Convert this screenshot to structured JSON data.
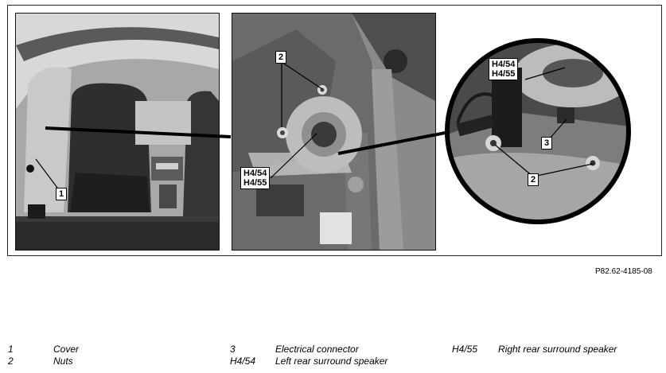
{
  "labels": {
    "cover": "1",
    "nuts": "2",
    "connector": "3",
    "speaker_left": "H4/54",
    "speaker_right": "H4/55"
  },
  "figure_ref": "P82.62-4185-08",
  "legend": [
    {
      "key": "1",
      "text": "Cover"
    },
    {
      "key": "2",
      "text": "Nuts"
    },
    {
      "key": "3",
      "text": "Electrical connector"
    },
    {
      "key": "H4/54",
      "text": "Left rear surround speaker"
    },
    {
      "key": "H4/55",
      "text": "Right rear surround speaker"
    }
  ]
}
